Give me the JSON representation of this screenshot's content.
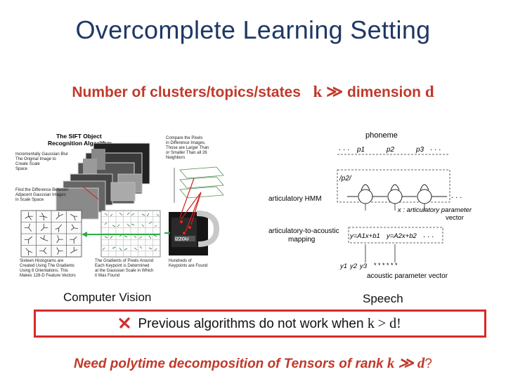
{
  "title": "Overcomplete Learning Setting",
  "subtitle": {
    "text": "Number of clusters/topics/states",
    "math_k": "k",
    "math_op": "≫",
    "math_text": "dimension",
    "math_d": "d"
  },
  "vision_figure": {
    "heading_line1": "The SIFT Object",
    "heading_line2": "Recognition Algorithm",
    "note_blur": [
      "Incrementally Gaussian Blur",
      "The Original Image to",
      "Create Scale",
      "Space"
    ],
    "note_diff": [
      "Find the Difference Between",
      "Adjacent Gaussian Images",
      "in Scale Space"
    ],
    "note_compare": [
      "Compare the Pixels",
      "in Difference Images.",
      "Those are Larger Than",
      "or Smaller Than all 26",
      "Neighbors"
    ],
    "note_histogram": [
      "Sixteen Histograms are",
      "Created Using The Gradients",
      "Using 8 Orientations. This",
      "Makes 128-D Feature Vectors"
    ],
    "note_gradient": [
      "The Gradients of Pixels Around",
      "Each Keypoint is Determined",
      "at the Gaussian Scale in Which",
      "it Was Found"
    ],
    "note_keypoints": [
      "Hundreds of",
      "Keypoints are Found"
    ],
    "image_label": "IZZOU"
  },
  "speech_figure": {
    "phoneme_label": "phoneme",
    "states": [
      "p1",
      "p2",
      "p3"
    ],
    "current_label": "/p2/",
    "hmm_label": "articulatory HMM",
    "param_label_line1": "x : articulatory parameter",
    "param_label_line2": "vector",
    "mapping_label_line1": "articulatory-to-acoustic",
    "mapping_label_line2": "mapping",
    "equations": [
      "y=A1x+b1",
      "y=A2x+b2"
    ],
    "observations": [
      "y1",
      "y2",
      "y3"
    ],
    "acoustic_label": "acoustic parameter vector"
  },
  "captions": {
    "vision": "Computer Vision",
    "speech": "Speech"
  },
  "warning": {
    "text": "Previous algorithms do not work when",
    "math": "k > d!"
  },
  "footer": {
    "text": "Need polytime decomposition of Tensors of rank",
    "math": "k ≫ d",
    "q": "?"
  },
  "colors": {
    "title": "#1f3864",
    "accent_red": "#c0392b",
    "box_border": "#d62a2a",
    "arrow_green": "#2eaa44",
    "arrow_red": "#d42020"
  }
}
